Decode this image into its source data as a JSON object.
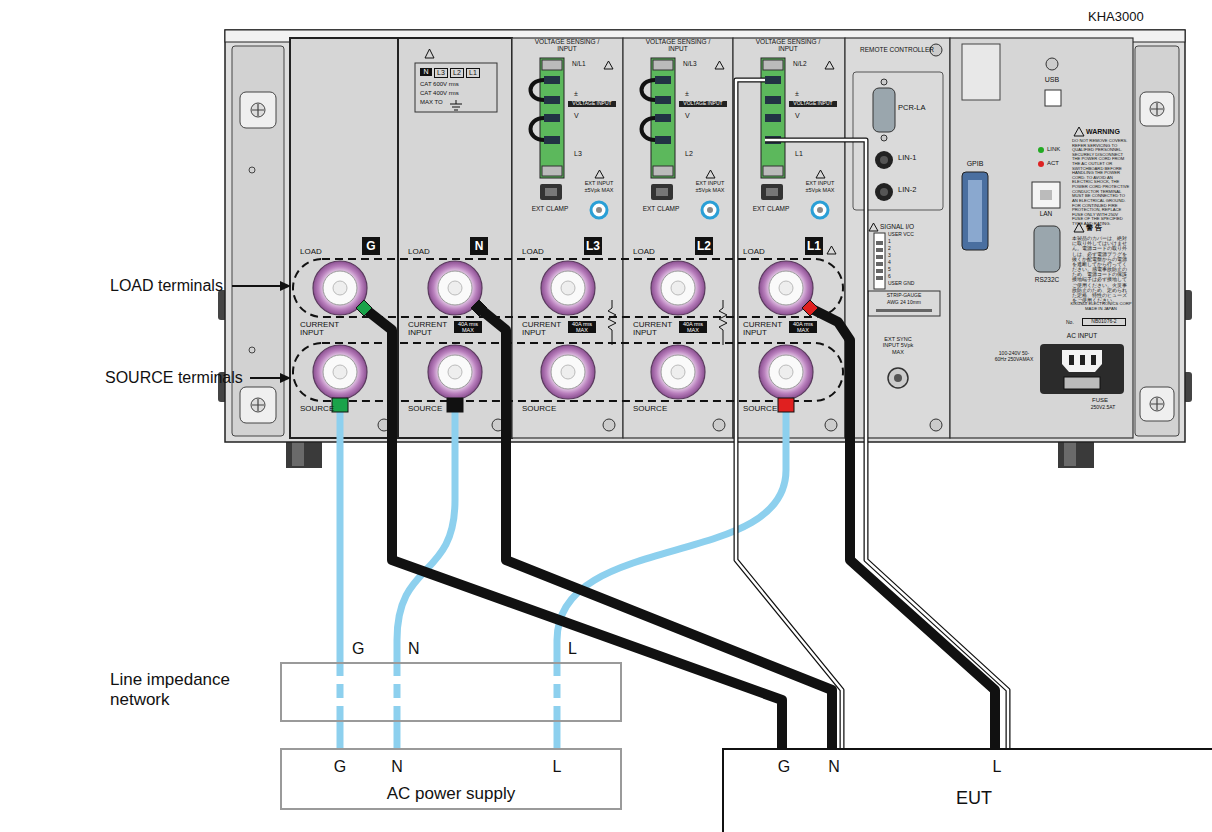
{
  "diagram": {
    "nodes": [
      {
        "text": [
          "Line impedance network"
        ]
      },
      {
        "text": [
          "G",
          "N",
          "L",
          "AC power supply"
        ]
      },
      {
        "text": [
          "G",
          "N",
          "L",
          "EUT"
        ]
      }
    ],
    "edges": [
      {
        "from": 1,
        "to": 0,
        "arrow": "none"
      },
      {
        "from": 1,
        "to": 0,
        "arrow": "none"
      },
      {
        "from": 1,
        "to": 0,
        "arrow": "none"
      }
    ],
    "labels": [
      "KHA3000",
      "LOAD terminals",
      "SOURCE terminals",
      "G",
      "N",
      "L",
      "G",
      "LOAD",
      "CURRENT INPUT",
      "SOURCE",
      "N",
      "LOAD",
      "CURRENT INPUT",
      "SOURCE",
      "40A rms MAX",
      "N",
      "L3",
      "L2",
      "L1",
      "CAT 600V rms",
      "CAT 400V rms",
      "MAX TO",
      "L3",
      "LOAD",
      "CURRENT INPUT",
      "SOURCE",
      "40A rms MAX",
      "VOLTAGE SENSING / INPUT",
      "N/L1",
      "±",
      "VOLTAGE INPUT",
      "V",
      "L3",
      "EXT CLAMP",
      "EXT INPUT",
      "±5Vpk MAX",
      "L2",
      "LOAD",
      "CURRENT INPUT",
      "SOURCE",
      "40A rms MAX",
      "VOLTAGE SENSING / INPUT",
      "N/L3",
      "±",
      "VOLTAGE INPUT",
      "V",
      "L2",
      "EXT CLAMP",
      "EXT INPUT",
      "±5Vpk MAX",
      "L1",
      "LOAD",
      "CURRENT INPUT",
      "SOURCE",
      "40A rms MAX",
      "VOLTAGE SENSING / INPUT",
      "N/L2",
      "±",
      "VOLTAGE INPUT",
      "V",
      "L1",
      "EXT CLAMP",
      "EXT INPUT",
      "±5Vpk MAX",
      "REMOTE CONTROLLER",
      "PCR-LA",
      "LIN-1",
      "LIN-2",
      "SIGNAL I/O",
      "USER VCC",
      "1",
      "2",
      "3",
      "4",
      "5",
      "6",
      "USER GND",
      "STRIP-GAUGE",
      "AWG 24 10mm",
      "EXT SYNC INPUT 5Vpk MAX",
      "USB",
      "GPIB",
      "LINK",
      "ACT",
      "LAN",
      "RS232C",
      "WARNING",
      "DO NOT REMOVE COVERS. REFER SERVICING TO QUALIFIED PERSONNEL. SECURELY DISCONNECT THE POWER CORD FROM THE AC OUTLET OR SWITCHBOARD BEFORE HANDLING THE POWER CORD. TO AVOID AN ELECTRIC SHOCK, THE POWER CORD PROTECTIVE CONDUCTOR TERMINAL MUST BE CONNECTED TO AN ELECTRICAL GROUND. FOR CONTINUED FIRE PROTECTION, REPLACE FUSE ONLY WITH 250V FUSE OF THE SPECIFIED TYPE AND RATING.",
      "警 告",
      "本製品のカバーは、絶対に取り外してはいけません。電源コードの取り外しは、必ず電源プラグを抜くか配電盤からの電源を遮断してから行ってください。感電事故防止のため、電源コードの保護接地端子は必ず接地してご使用ください。火災事故防止のため、定められた定格、特性のヒューズをご使用ください。",
      "KIKUSUI ELECTRONICS CORP MADE IN JAPAN",
      "No.",
      "NB01076-2",
      "100-240V 50-60Hz 250VAMAX",
      "AC INPUT",
      "FUSE",
      "250V2.5AT"
    ]
  }
}
